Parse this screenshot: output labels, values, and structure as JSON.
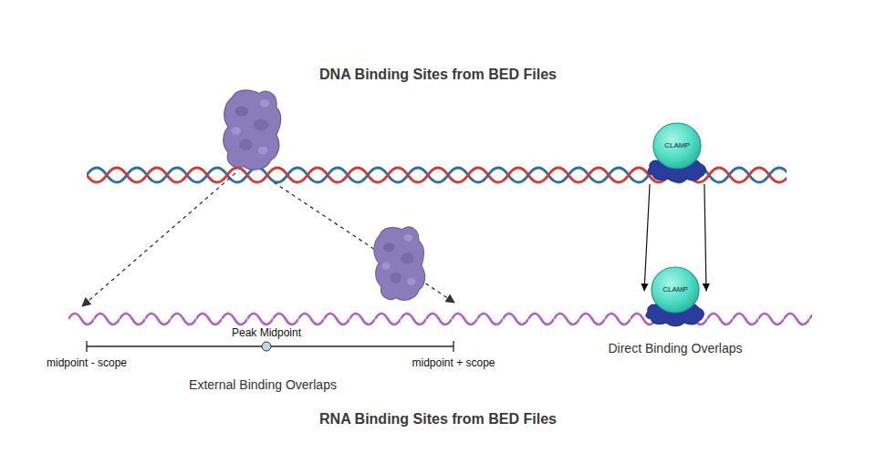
{
  "diagram": {
    "title": "DNA Binding Sites from BED Files",
    "caption": "RNA Binding Sites from BED Files",
    "nodes": [
      {
        "text": [
          "CLAMP"
        ]
      },
      {
        "text": [
          "CLAMP"
        ]
      }
    ],
    "edges": [
      {
        "from": 0,
        "to": 1,
        "arrow": "to"
      },
      {
        "from": 0,
        "to": 1,
        "arrow": "to"
      }
    ],
    "labels": [
      "Peak Midpoint",
      "midpoint - scope",
      "midpoint + scope",
      "External Binding Overlaps",
      "Direct Binding Overlaps"
    ]
  }
}
